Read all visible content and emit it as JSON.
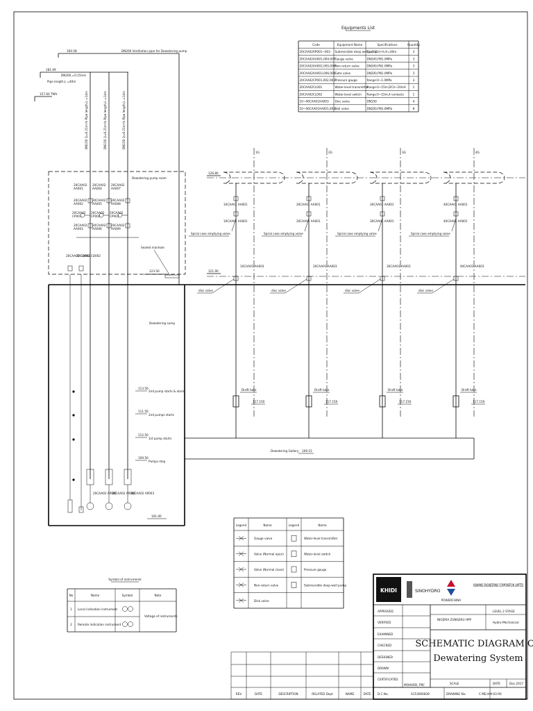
{
  "ventilation": {
    "elev": "160.58",
    "label": "DN200 Ventilation pipe for Dewatering pump"
  },
  "discharge": {
    "elev1": "181.09",
    "spec": "DN200,=0.15m/s",
    "pipe_len": "Pipe length,L =40m",
    "elev2": "157.60 TWV"
  },
  "riser_labels": [
    "DN150 Q=0.21m³/s Pipe length,L =14m",
    "DN150 Q=0.21m³/s Pipe length,L =14m",
    "DN150 Q=0.21m³/s Pipe length,L =14m"
  ],
  "pump_room": {
    "title": "Dewatering pump room",
    "sealed_manhole": "Sealed manhole",
    "floor_elev": "123.50"
  },
  "sump": {
    "title": "Dewatering sump",
    "levels": [
      {
        "elev": "113.50",
        "text": "2nd pump starts & alarm"
      },
      {
        "elev": "111.50",
        "text": "2nd pumps starts"
      },
      {
        "elev": "112.50",
        "text": "1st pump starts"
      },
      {
        "elev": "109.50",
        "text": "Pumps stop"
      }
    ],
    "bottom_elev": "101.00",
    "pump_tags": [
      "20CAA02 AP001",
      "20CAA02 AP002",
      "20CAA02 AP003"
    ],
    "top_tags": [
      "20CAA02 CQ001",
      "20CAA02 CQ002"
    ]
  },
  "units": {
    "labels": [
      "1G",
      "2G",
      "3G",
      "4G"
    ],
    "spiral_elev": "126.80",
    "disc_elev": "121.90",
    "spiral_valve": "Spiral case emptying valve",
    "disc_valve": "disc valve",
    "draft": "Draft tube",
    "draft_elevs": [
      "117.150",
      "117.150",
      "117.150",
      "117.150"
    ],
    "tags_spiral": [
      "10CAA01 AA001",
      "20CAA01 AA001",
      "30CAA01 AA001",
      "40CAA01 AA001"
    ],
    "tags_disc": [
      "10CAA01 AA003",
      "20CAA01 AA003",
      "30CAA01 AA003",
      "40CAA01 AA003"
    ]
  },
  "gallery": {
    "label": "Dewatering Gallery",
    "elev": "109.15"
  },
  "equipment": {
    "title": "Equipments List",
    "headers": [
      "Code",
      "Equipment Name",
      "Specifications",
      "Quantity"
    ],
    "rows": [
      [
        "20CAA02AP001~003",
        "Submersible deep well pump",
        "Q=0.21m³/s,H=40m",
        "3"
      ],
      [
        "20CAA02AA001,004,007",
        "Gauge valve",
        "DN200,PN1.0MPa",
        "3"
      ],
      [
        "20CAA02AA002,005,008",
        "Non-return valve",
        "DN200,PN1.0MPa",
        "3"
      ],
      [
        "20CAA02AA003,006,009",
        "Gate valve",
        "DN200,PN1.0MPa",
        "3"
      ],
      [
        "20CAA02CP001,002,003",
        "Pressure gauge",
        "Range:0~1.0MPa",
        "3"
      ],
      [
        "20CAA02CL001",
        "Water-level transmitter",
        "Range:0~15m,DC4~20mA",
        "1"
      ],
      [
        "20CAA02CL002",
        "Water-level switch",
        "Range:0~15m,4 contacts",
        "1"
      ],
      [
        "10~40CAA01AA003",
        "Disc valve",
        "DN150",
        "4"
      ],
      [
        "10~40CAA01AA001,003",
        "Ball valve",
        "DN200,PN1.6MPa",
        "8"
      ]
    ]
  },
  "legend": {
    "headers": [
      "Legend",
      "Name",
      "Legend",
      "Name"
    ],
    "left": [
      "Gauge valve",
      "Valve (Normal open)",
      "Valve (Normal close)",
      "Non-return valve",
      "Disk valve"
    ],
    "right": [
      "Water-level transmitter",
      "Water-level switch",
      "Pressure gauge",
      "Submersible deep-well pump"
    ]
  },
  "instruments": {
    "title": "Symbol of instruments",
    "headers": [
      "No",
      "Name",
      "Symbol",
      "Note"
    ],
    "rows": [
      [
        "1",
        "Local indication instrument"
      ],
      [
        "2",
        "Remote indication instrument"
      ]
    ],
    "note": "Voltage of instruments"
  },
  "title_block": {
    "company": "KUNMING ENGINEERING CORPORATION LIMITED",
    "logo1": "KHIDI",
    "logo2": "SINOHYDRO",
    "logo3": "POWERCHINA",
    "roles": [
      "APPROVED",
      "VERIFIED",
      "EXAMINED",
      "CHECKED",
      "DESIGNED",
      "DRAWN",
      "CERTIFICATED"
    ],
    "project": "NIGERIA ZUNGERU HPP",
    "level_stage": "LEVEL 2 STAGE",
    "discipline": "Hydro-Mechanical",
    "title1": "SCHEMATIC DIAGRAM OF",
    "title2": "Dewatering System",
    "certificated_value": "MOHURD, PRC",
    "scale_label": "SCALE",
    "date_label": "DATE",
    "date_value": "Dec.2017",
    "dc_label": "D.C.No.",
    "dc_value": "A153000839",
    "drawing_label": "DRAWING No.",
    "drawing_value": "C-ME-HM-03 R0",
    "revision_headers": [
      "REV",
      "DATE",
      "DESCRIPTION",
      "RELATED Dept",
      "NAME",
      "DATE"
    ]
  }
}
